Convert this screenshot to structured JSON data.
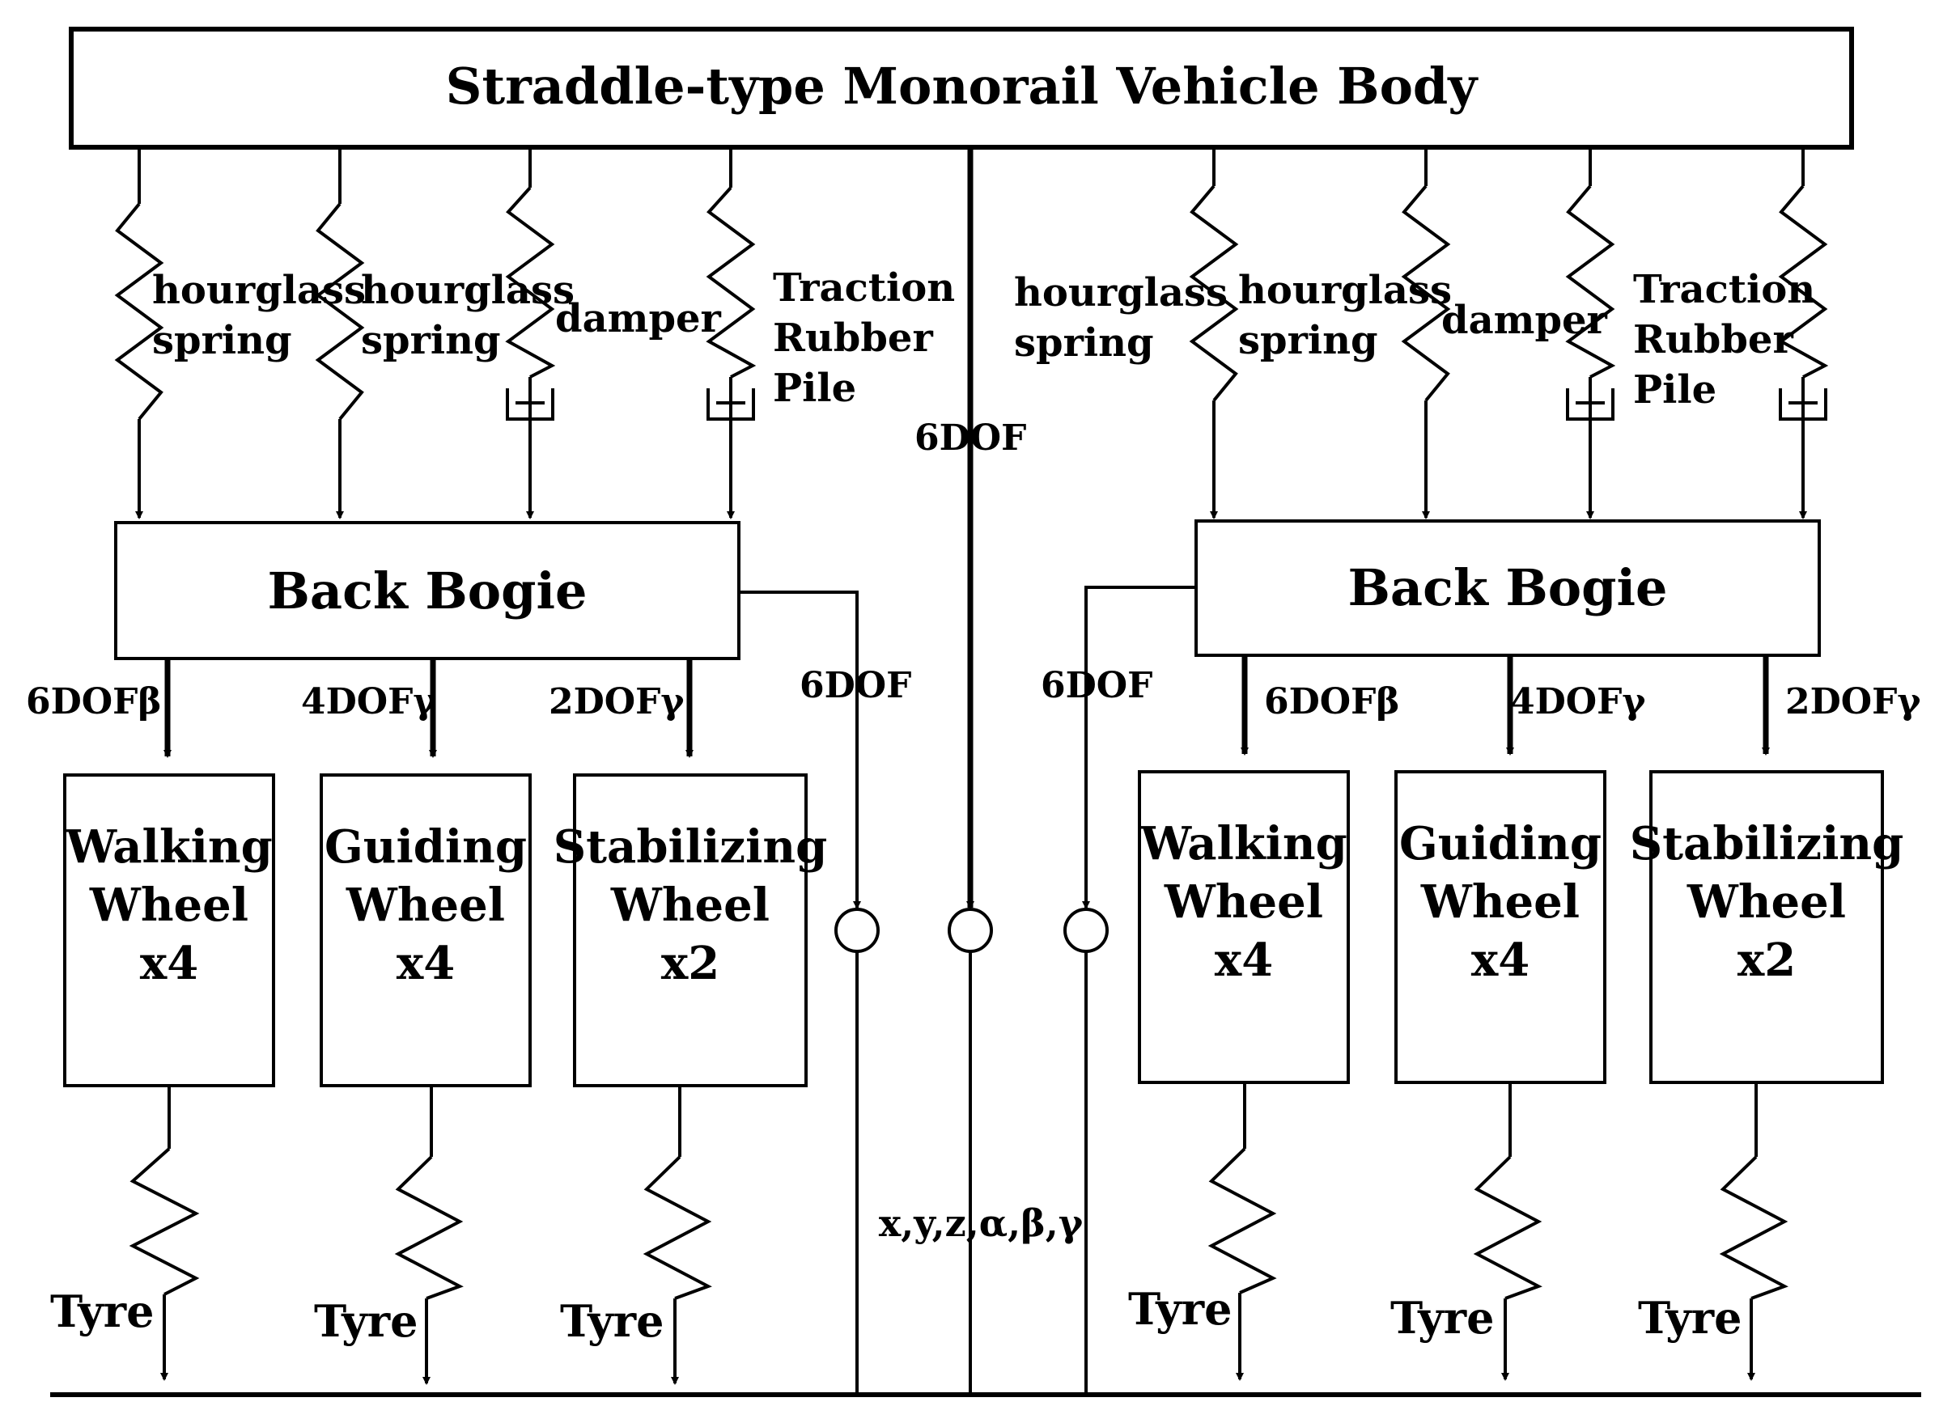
{
  "title": "Straddle-type Monorail Vehicle Body",
  "center_top_dof": "6DOF",
  "center_coords": "x,y,z,α,β,γ",
  "left": {
    "bogie": "Back Bogie",
    "link_dof": "6DOF",
    "elements": [
      {
        "label": [
          "hourglass",
          "spring"
        ]
      },
      {
        "label": [
          "hourglass",
          "spring"
        ]
      },
      {
        "label": [
          "damper"
        ]
      },
      {
        "label": [
          "Traction",
          "Rubber",
          "Pile"
        ]
      }
    ],
    "wheel_dofs": [
      "6DOFβ",
      "4DOFγ",
      "2DOFγ"
    ],
    "wheels": [
      {
        "lines": [
          "Walking",
          "Wheel",
          "x4"
        ],
        "tyre": "Tyre"
      },
      {
        "lines": [
          "Guiding",
          "Wheel",
          "x4"
        ],
        "tyre": "Tyre"
      },
      {
        "lines": [
          "Stabilizing",
          "Wheel",
          "x2"
        ],
        "tyre": "Tyre"
      }
    ]
  },
  "right": {
    "bogie": "Back Bogie",
    "link_dof": "6DOF",
    "elements": [
      {
        "label": [
          "hourglass",
          "spring"
        ]
      },
      {
        "label": [
          "hourglass",
          "spring"
        ]
      },
      {
        "label": [
          "damper"
        ]
      },
      {
        "label": [
          "Traction",
          "Rubber",
          "Pile"
        ]
      }
    ],
    "wheel_dofs": [
      "6DOFβ",
      "4DOFγ",
      "2DOFγ"
    ],
    "wheels": [
      {
        "lines": [
          "Walking",
          "Wheel",
          "x4"
        ],
        "tyre": "Tyre"
      },
      {
        "lines": [
          "Guiding",
          "Wheel",
          "x4"
        ],
        "tyre": "Tyre"
      },
      {
        "lines": [
          "Stabilizing",
          "Wheel",
          "x2"
        ],
        "tyre": "Tyre"
      }
    ]
  }
}
